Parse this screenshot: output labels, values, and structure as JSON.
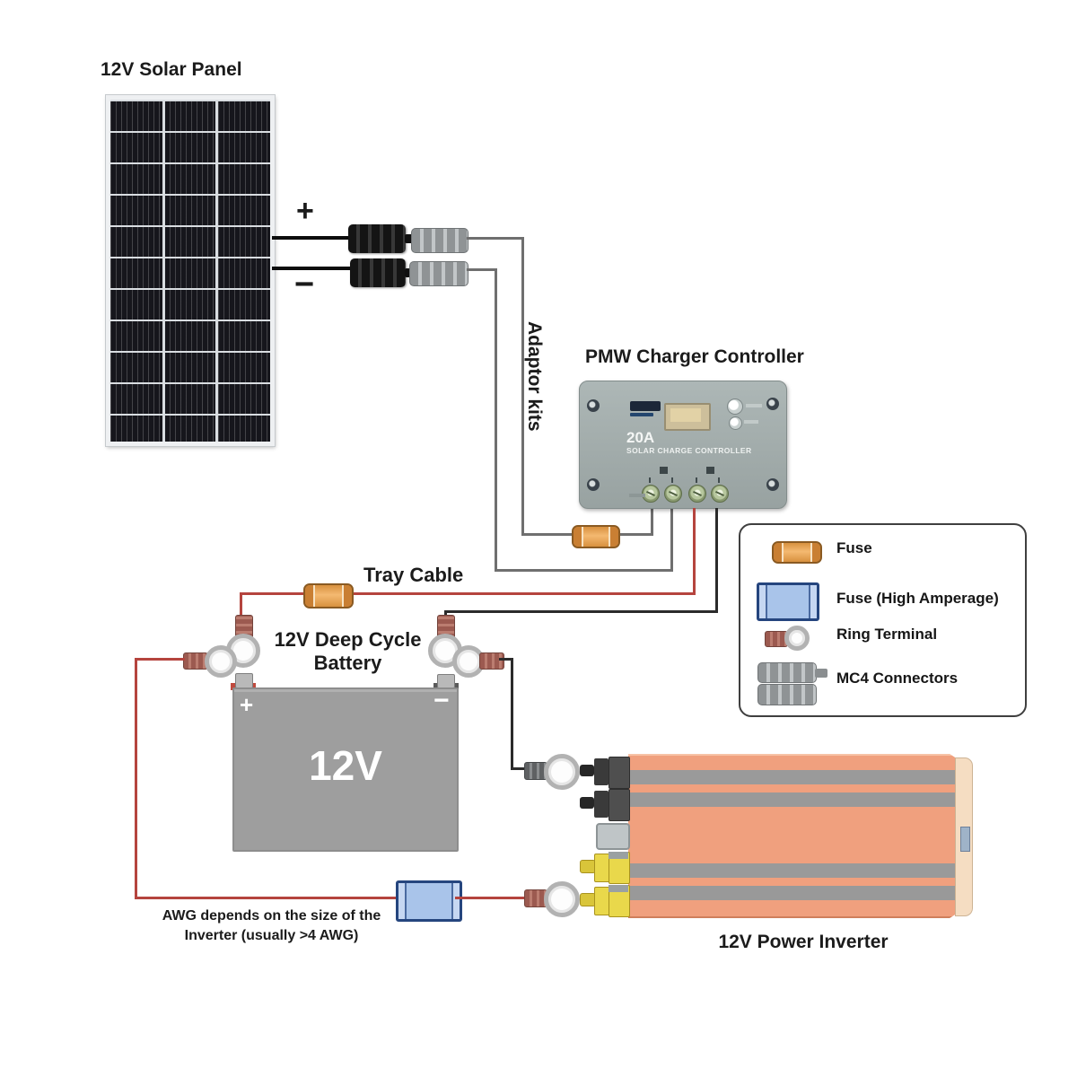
{
  "diagram": {
    "solar_panel": {
      "title": "12V Solar Panel",
      "plus": "+",
      "minus": "−"
    },
    "adaptor_kits_label": "Adaptor kits",
    "controller": {
      "title": "PMW Charger Controller",
      "rating": "20A",
      "subtitle": "SOLAR CHARGE CONTROLLER"
    },
    "tray_cable_label": "Tray Cable",
    "battery": {
      "title_line1": "12V Deep Cycle",
      "title_line2": "Battery",
      "value": "12V",
      "plus": "+",
      "minus": "−"
    },
    "inverter_label": "12V Power Inverter",
    "awg_note": {
      "line1": "AWG depends on the size of the",
      "line2": "Inverter (usually >4 AWG)"
    }
  },
  "legend": {
    "items": [
      {
        "icon": "fuse-icon",
        "label": "Fuse"
      },
      {
        "icon": "fuse-high-amperage-icon",
        "label": "Fuse (High Amperage)"
      },
      {
        "icon": "ring-terminal-icon",
        "label": "Ring Terminal"
      },
      {
        "icon": "mc4-connectors-icon",
        "label": "MC4 Connectors"
      }
    ]
  },
  "colors": {
    "wire_positive": "#b5443e",
    "wire_negative": "#2b2b2b",
    "wire_adaptor": "#6f6f6f",
    "fuse": "#f0a85c",
    "fuse_high_amperage": "#a9c4ea",
    "controller_body": "#a2acab",
    "battery_body": "#9e9e9e",
    "inverter_body": "#f0a07e",
    "terminal_yellow": "#e8d647"
  }
}
